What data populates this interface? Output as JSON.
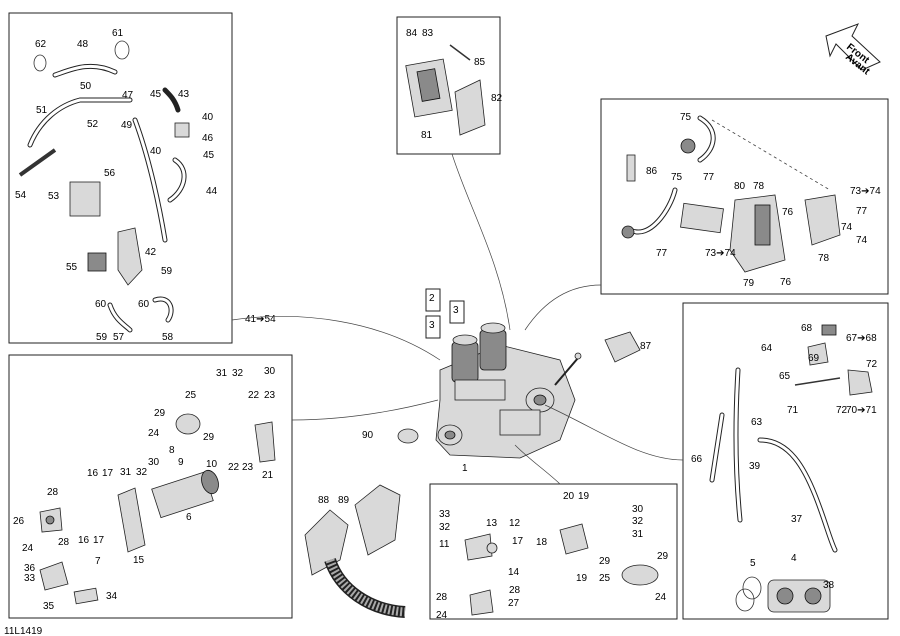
{
  "figure_code": "11L1419",
  "orientation": {
    "line1": "Front",
    "line2": "Avant"
  },
  "ref_callout": "41➔54",
  "center_label": "1",
  "top_left": {
    "labels": [
      "62",
      "48",
      "61",
      "50",
      "47",
      "45",
      "43",
      "51",
      "52",
      "49",
      "40",
      "46",
      "40",
      "45",
      "54",
      "53",
      "56",
      "44",
      "42",
      "55",
      "59",
      "60",
      "60",
      "59",
      "57",
      "58"
    ]
  },
  "electronics_top": {
    "labels": [
      "84",
      "83",
      "85",
      "82",
      "81"
    ]
  },
  "ignition_right": {
    "labels": [
      "75",
      "86",
      "75",
      "77",
      "80",
      "78",
      "73➔74",
      "77",
      "76",
      "74",
      "77",
      "73➔74",
      "74",
      "79",
      "76",
      "78"
    ]
  },
  "engine_top_refs": {
    "labels": [
      "2",
      "3",
      "3"
    ]
  },
  "left_lower": {
    "labels": [
      "31",
      "32",
      "30",
      "25",
      "22",
      "23",
      "29",
      "29",
      "24",
      "22",
      "23",
      "21",
      "8",
      "9",
      "10",
      "16",
      "17",
      "31",
      "32",
      "30",
      "28",
      "26",
      "28",
      "6",
      "16",
      "17",
      "24",
      "7",
      "15",
      "36",
      "33",
      "34",
      "35"
    ]
  },
  "mid_parts": {
    "labels": [
      "90",
      "87"
    ]
  },
  "covers": {
    "labels": [
      "88",
      "89"
    ]
  },
  "mounts_center": {
    "labels": [
      "20",
      "19",
      "30",
      "33",
      "32",
      "32",
      "13",
      "12",
      "31",
      "11",
      "18",
      "29",
      "17",
      "19",
      "14",
      "29",
      "25",
      "28",
      "28",
      "24",
      "27",
      "24"
    ]
  },
  "exhaust_right": {
    "labels": [
      "68",
      "67➔68",
      "64",
      "69",
      "72",
      "65",
      "63",
      "71",
      "72",
      "70➔71",
      "66",
      "39",
      "37",
      "5",
      "4",
      "38"
    ]
  }
}
